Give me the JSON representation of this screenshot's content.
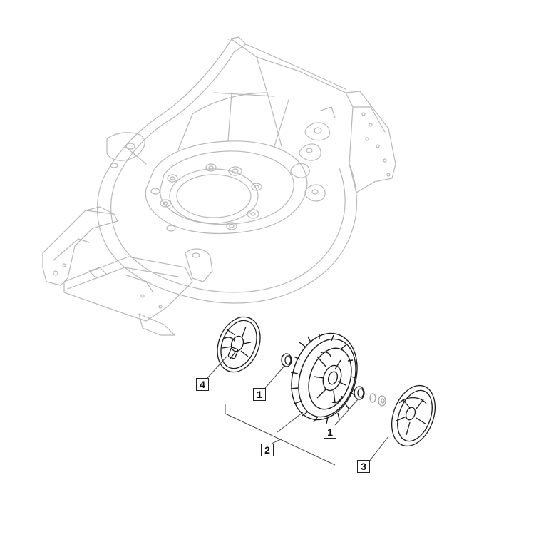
{
  "diagram": {
    "callouts": [
      {
        "id": "c4",
        "label": "4"
      },
      {
        "id": "c1a",
        "label": "1"
      },
      {
        "id": "c1b",
        "label": "1"
      },
      {
        "id": "c2",
        "label": "2"
      },
      {
        "id": "c3",
        "label": "3"
      }
    ],
    "colors": {
      "deck_line": "#b8b8b8",
      "part_line": "#1a1a1a",
      "leader_line": "#444444",
      "background": "#ffffff"
    }
  }
}
